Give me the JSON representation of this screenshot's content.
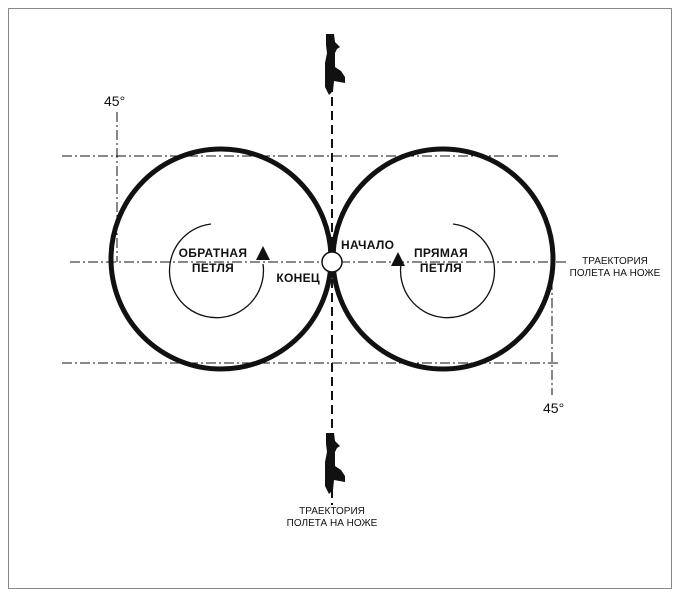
{
  "labels": {
    "angle_left": "45°",
    "angle_right": "45°",
    "reverse_loop_line1": "ОБРАТНАЯ",
    "reverse_loop_line2": "ПЕТЛЯ",
    "direct_loop_line1": "ПРЯМАЯ",
    "direct_loop_line2": "ПЕТЛЯ",
    "start": "НАЧАЛО",
    "end": "КОНЕЦ",
    "knife_edge_right_line1": "ТРАЕКТОРИЯ",
    "knife_edge_right_line2": "ПОЛЕТА НА НОЖЕ",
    "knife_edge_bottom_line1": "ТРАЕКТОРИЯ",
    "knife_edge_bottom_line2": "ПОЛЕТА НА НОЖЕ"
  },
  "colors": {
    "ink": "#111111",
    "border": "#888888",
    "background": "#ffffff"
  },
  "icons": {
    "aircraft_top": "aircraft-knife-edge-icon",
    "aircraft_bottom": "aircraft-knife-edge-icon"
  }
}
